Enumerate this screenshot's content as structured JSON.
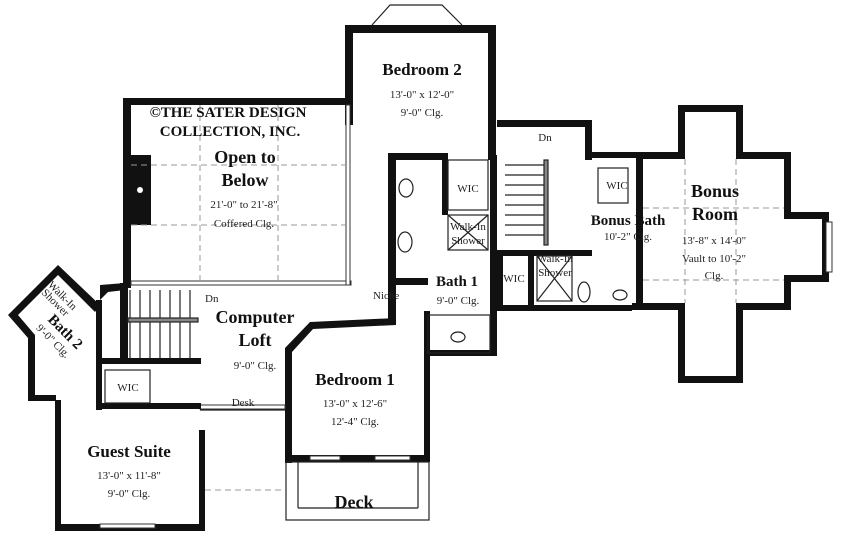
{
  "copyright": [
    "©THE SATER DESIGN",
    "COLLECTION, INC."
  ],
  "rooms": {
    "open_to_below": {
      "name": [
        "Open to",
        "Below"
      ],
      "size": "21'-0\" to 21'-8\"",
      "ceiling": "Coffered Clg."
    },
    "bedroom2": {
      "name": "Bedroom 2",
      "size": "13'-0\" x 12'-0\"",
      "ceiling": "9'-0\" Clg."
    },
    "bonus_bath": {
      "name": "Bonus Bath",
      "ceiling": "10'-2\" Clg."
    },
    "bonus_room": {
      "name": [
        "Bonus",
        "Room"
      ],
      "size": "13'-8\" x 14'-0\"",
      "ceiling": [
        "Vault to 10'-2\"",
        "Clg."
      ]
    },
    "bath1": {
      "name": "Bath 1",
      "ceiling": "9'-0\" Clg."
    },
    "computer_loft": {
      "name": [
        "Computer",
        "Loft"
      ],
      "ceiling": "9'-0\" Clg."
    },
    "bedroom1": {
      "name": "Bedroom 1",
      "size": "13'-0\" x 12'-6\"",
      "ceiling": "12'-4\" Clg."
    },
    "guest_suite": {
      "name": "Guest Suite",
      "size": "13'-0\" x 11'-8\"",
      "ceiling": "9'-0\" Clg."
    },
    "bath2": {
      "name": "Bath 2",
      "ceiling": "9'-0\" Clg."
    },
    "deck": {
      "name": "Deck"
    }
  },
  "labels": {
    "wic": "WIC",
    "walk_in_shower": [
      "Walk-In",
      "Shower"
    ],
    "dn": "Dn",
    "niche": "Niche",
    "desk": "Desk"
  }
}
